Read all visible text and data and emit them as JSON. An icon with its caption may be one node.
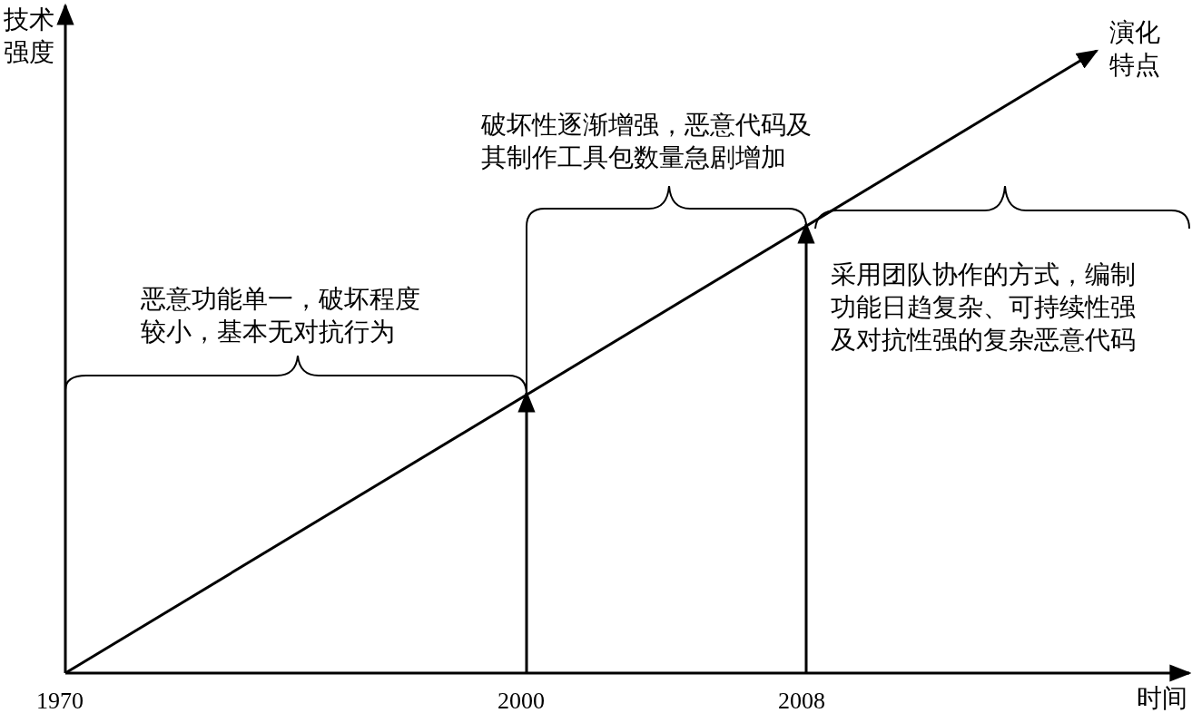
{
  "diagram": {
    "labels": [
      "技术强度",
      "演化特点",
      "破坏性逐渐增强，恶意代码及其制作工具包数量急剧增加",
      "恶意功能单一，破坏程度较小，基本无对抗行为",
      "采用团队协作的方式，编制功能日趋复杂、可持续性强及对抗性强的复杂恶意代码",
      "1970",
      "2000",
      "2008",
      "时间"
    ]
  }
}
